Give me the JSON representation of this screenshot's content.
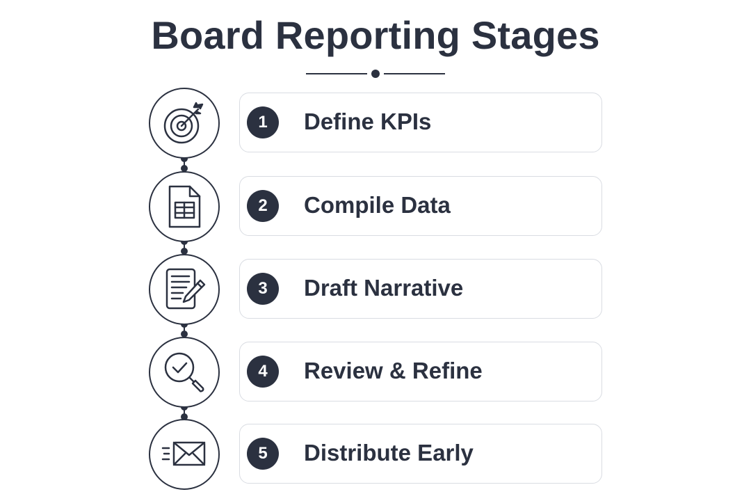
{
  "title": "Board Reporting Stages",
  "colors": {
    "primary": "#2b3140",
    "card_border": "#d9dce2",
    "background": "#ffffff"
  },
  "steps": [
    {
      "number": "1",
      "label": "Define KPIs",
      "icon": "target-icon"
    },
    {
      "number": "2",
      "label": "Compile Data",
      "icon": "spreadsheet-document-icon"
    },
    {
      "number": "3",
      "label": "Draft Narrative",
      "icon": "document-pen-icon"
    },
    {
      "number": "4",
      "label": "Review & Refine",
      "icon": "magnifier-check-icon"
    },
    {
      "number": "5",
      "label": "Distribute Early",
      "icon": "envelope-send-icon"
    }
  ]
}
